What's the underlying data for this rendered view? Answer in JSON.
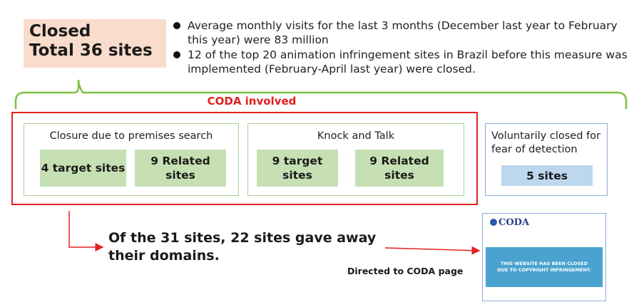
{
  "closed": {
    "line1": "Closed",
    "line2": "Total 36 sites"
  },
  "bullets": [
    "Average monthly visits for the last 3 months (December last year to February this year) were 83 million",
    "12 of the top 20 animation infringement sites in Brazil before this measure was implemented (February-April last year) were closed."
  ],
  "coda_involved": "CODA involved",
  "premises": {
    "title": "Closure due to premises search",
    "target": "4 target sites",
    "related": "9 Related sites"
  },
  "knock": {
    "title": "Knock and Talk",
    "target": "9 target sites",
    "related": "9 Related sites"
  },
  "voluntary": {
    "title": "Voluntarily closed for fear of detection",
    "count": "5 sites"
  },
  "domains": "Of the 31 sites, 22 sites gave away their domains.",
  "directed": "Directed to CODA page",
  "coda_page": {
    "logo": "CODA",
    "banner_line1": "THIS WEBSITE HAS BEEN CLOSED",
    "banner_line2": "DUE TO COPYRIGHT INFRINGEMENT."
  },
  "colors": {
    "red": "#e32222",
    "green_line": "#7cc242",
    "green_cell": "#c6e0b4",
    "blue_cell": "#bdd7ee",
    "peach": "#f9dccb",
    "banner": "#4aa3cf"
  }
}
